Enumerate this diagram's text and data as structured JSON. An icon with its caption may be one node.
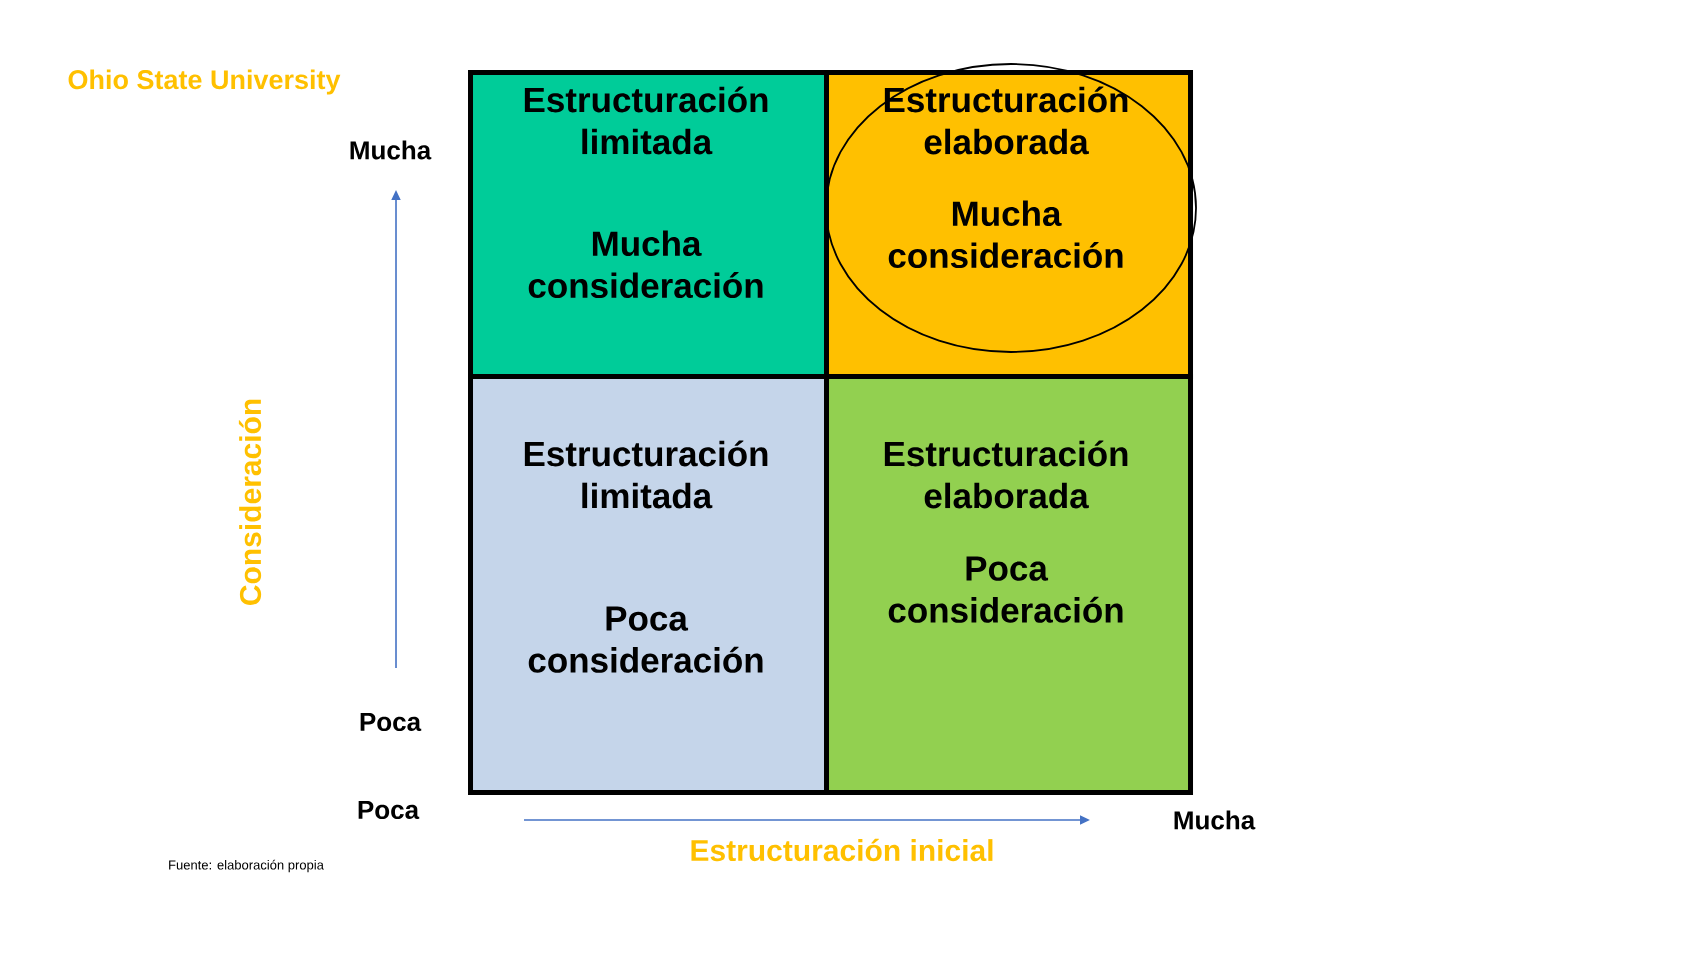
{
  "diagram": {
    "title": "Ohio State University",
    "nodes": [
      {
        "text": [
          "Estructuración limitada",
          "Mucha consideración"
        ]
      },
      {
        "text": [
          "Estructuración elaborada",
          "Mucha consideración"
        ]
      },
      {
        "text": [
          "Estructuración limitada",
          "Poca consideración"
        ]
      },
      {
        "text": [
          "Estructuración elaborada",
          "Poca consideración"
        ]
      }
    ],
    "labels": [
      "Mucha",
      "Consideración",
      "Poca",
      "Poca",
      "Mucha",
      "Estructuración inicial",
      "Fuente: elaboración propia"
    ]
  }
}
